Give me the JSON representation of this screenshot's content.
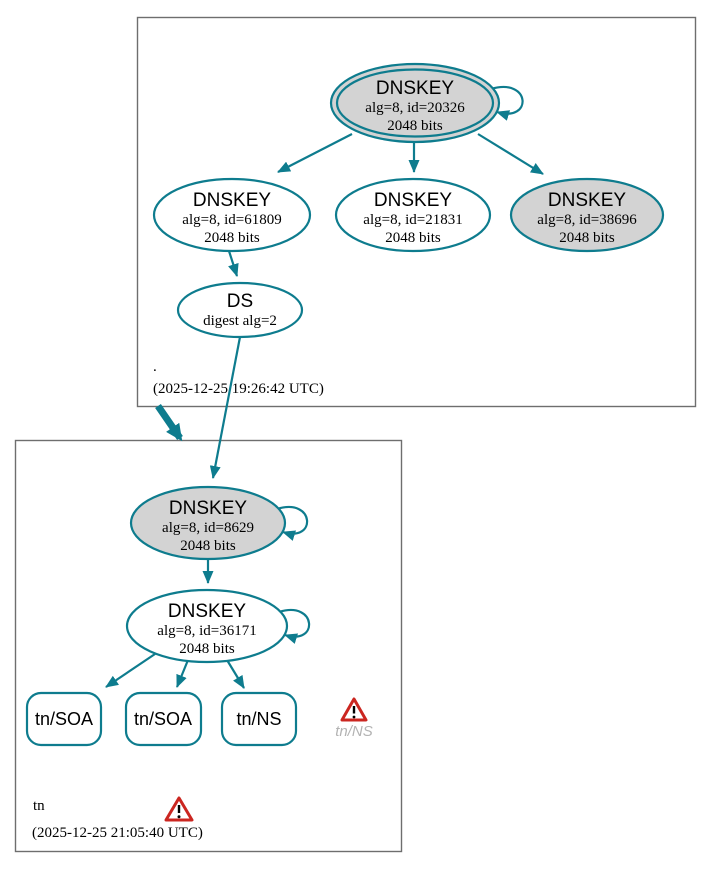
{
  "diagram_type": "dnssec-authentication-chain",
  "colors": {
    "accent_teal": "#0e7c8e",
    "node_fill_gray": "#d3d3d3",
    "node_fill_white": "#ffffff",
    "warning_red": "#cb2620",
    "muted_label_gray": "#b3b3b3",
    "zone_box_border": "#6e6e6e"
  },
  "zones": [
    {
      "name": ".",
      "timestamp": "(2025-12-25 19:26:42 UTC)",
      "nodes": {
        "ksk": {
          "label": "DNSKEY",
          "alg": "alg=8, id=20326",
          "bits": "2048 bits"
        },
        "zsk1": {
          "label": "DNSKEY",
          "alg": "alg=8, id=61809",
          "bits": "2048 bits"
        },
        "zsk2": {
          "label": "DNSKEY",
          "alg": "alg=8, id=21831",
          "bits": "2048 bits"
        },
        "zsk3": {
          "label": "DNSKEY",
          "alg": "alg=8, id=38696",
          "bits": "2048 bits"
        },
        "ds": {
          "label": "DS",
          "detail": "digest alg=2"
        }
      }
    },
    {
      "name": "tn",
      "timestamp": "(2025-12-25 21:05:40 UTC)",
      "nodes": {
        "ksk": {
          "label": "DNSKEY",
          "alg": "alg=8, id=8629",
          "bits": "2048 bits"
        },
        "zsk": {
          "label": "DNSKEY",
          "alg": "alg=8, id=36171",
          "bits": "2048 bits"
        },
        "rrset1": {
          "label": "tn/SOA"
        },
        "rrset2": {
          "label": "tn/SOA"
        },
        "rrset3": {
          "label": "tn/NS"
        },
        "warning_rrset": {
          "label": "tn/NS"
        }
      }
    }
  ]
}
